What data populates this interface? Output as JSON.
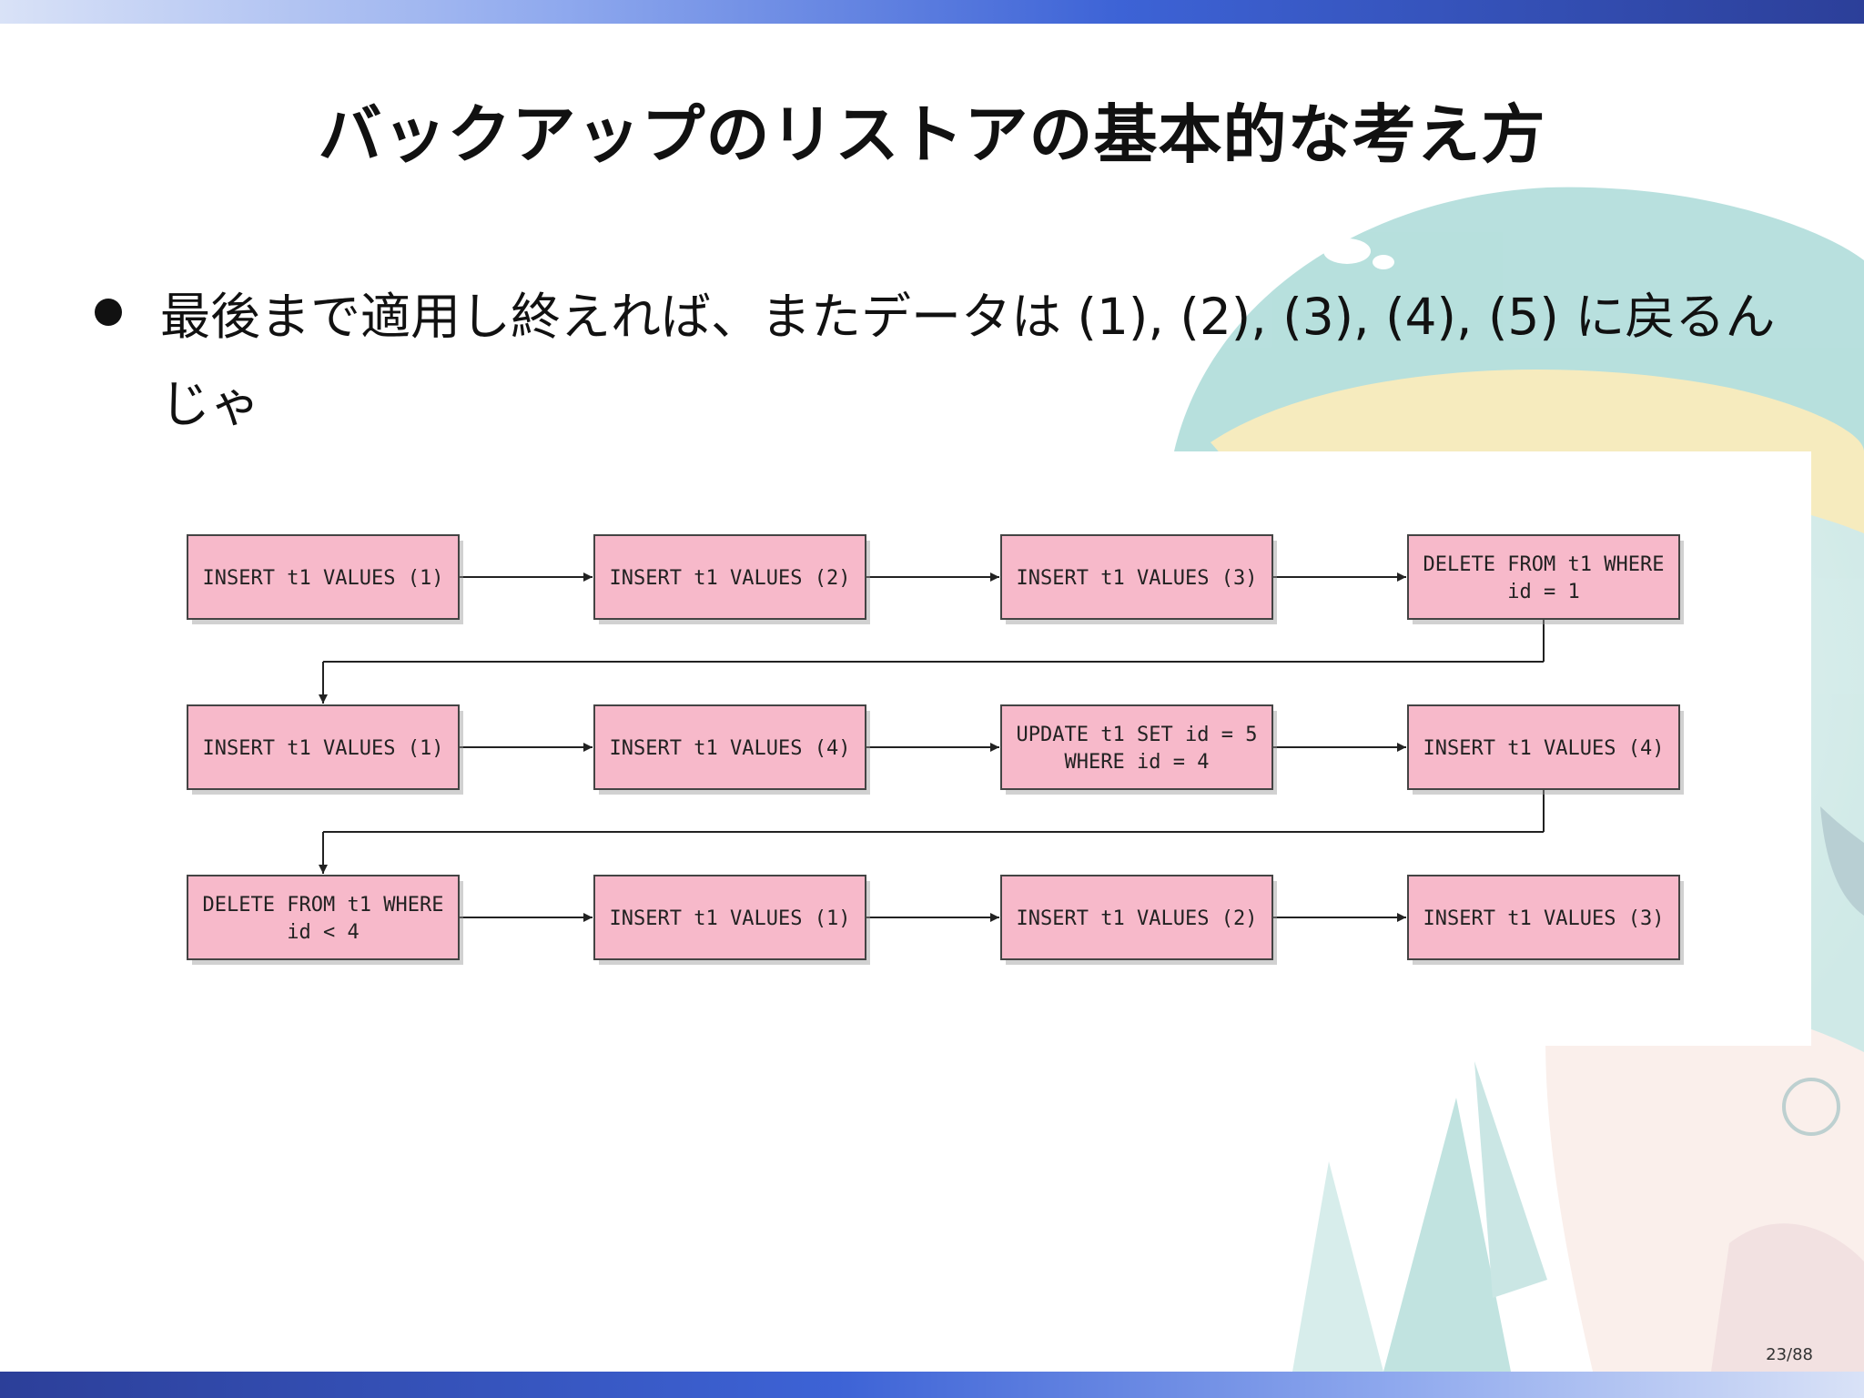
{
  "slide": {
    "title": "バックアップのリストアの基本的な考え方",
    "bullet": "最後まで適用し終えれば、またデータは (1), (2), (3), (4), (5) に戻るんじゃ",
    "page_number": "23/88"
  },
  "diagram": {
    "rows": [
      [
        {
          "lines": [
            "INSERT t1 VALUES (1)"
          ]
        },
        {
          "lines": [
            "INSERT t1 VALUES (2)"
          ]
        },
        {
          "lines": [
            "INSERT t1 VALUES (3)"
          ]
        },
        {
          "lines": [
            "DELETE FROM t1 WHERE",
            "id = 1"
          ]
        }
      ],
      [
        {
          "lines": [
            "INSERT t1 VALUES (1)"
          ]
        },
        {
          "lines": [
            "INSERT t1 VALUES (4)"
          ]
        },
        {
          "lines": [
            "UPDATE t1 SET id = 5",
            "WHERE id = 4"
          ]
        },
        {
          "lines": [
            "INSERT t1 VALUES (4)"
          ]
        }
      ],
      [
        {
          "lines": [
            "DELETE FROM t1 WHERE",
            "id < 4"
          ]
        },
        {
          "lines": [
            "INSERT t1 VALUES (1)"
          ]
        },
        {
          "lines": [
            "INSERT t1 VALUES (2)"
          ]
        },
        {
          "lines": [
            "INSERT t1 VALUES (3)"
          ]
        }
      ]
    ]
  },
  "colors": {
    "node_fill": "#f7b9ca",
    "node_border": "#444444",
    "edge": "#222222",
    "bar_dark": "#2c3f99",
    "bar_light": "#d9e2f7"
  }
}
